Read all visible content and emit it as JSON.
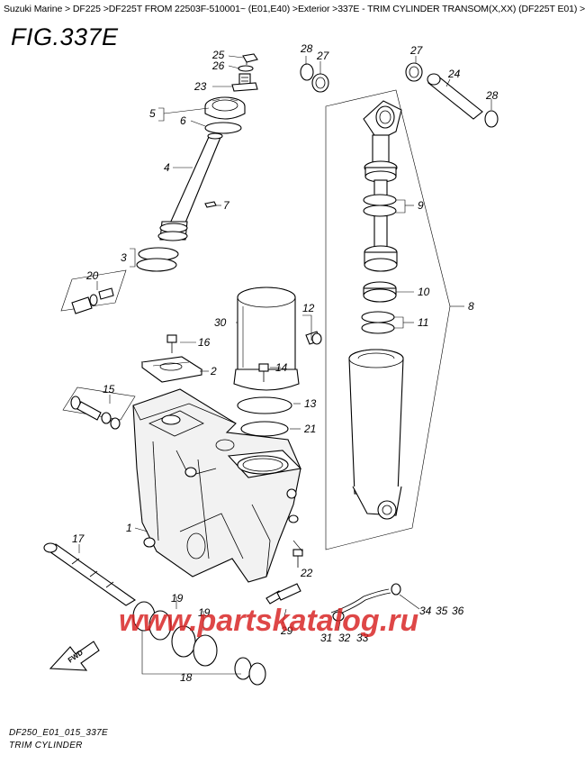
{
  "header": {
    "breadcrumb": "Suzuki Marine > DF225 >DF225T FROM 22503F-510001~ (E01,E40) >Exterior >337E - TRIM CYLINDER TRANSOM(X,XX) (DF225T E01) >",
    "figure_title": "FIG.337E"
  },
  "footer": {
    "diagram_code": "DF250_E01_015_337E",
    "diagram_name": "TRIM CYLINDER"
  },
  "watermark": "www.partskatalog.ru",
  "fwd_label": "FWD",
  "callouts": {
    "c25": "25",
    "c26": "26",
    "c23": "23",
    "c5": "5",
    "c6": "6",
    "c4": "4",
    "c7": "7",
    "c3": "3",
    "c20": "20",
    "c16": "16",
    "c2": "2",
    "c15": "15",
    "c1": "1",
    "c17": "17",
    "c19a": "19",
    "c19b": "19",
    "c18": "18",
    "c30": "30",
    "c12": "12",
    "c14": "14",
    "c13": "13",
    "c21": "21",
    "c22": "22",
    "c29": "29",
    "c31": "31",
    "c32": "32",
    "c33": "33",
    "c34": "34",
    "c35": "35",
    "c36": "36",
    "c28a": "28",
    "c27a": "27",
    "c27b": "27",
    "c24": "24",
    "c28b": "28",
    "c9": "9",
    "c10": "10",
    "c11": "11",
    "c8": "8"
  },
  "colors": {
    "watermark": "#d71e1e",
    "line": "#000000",
    "background": "#ffffff"
  }
}
